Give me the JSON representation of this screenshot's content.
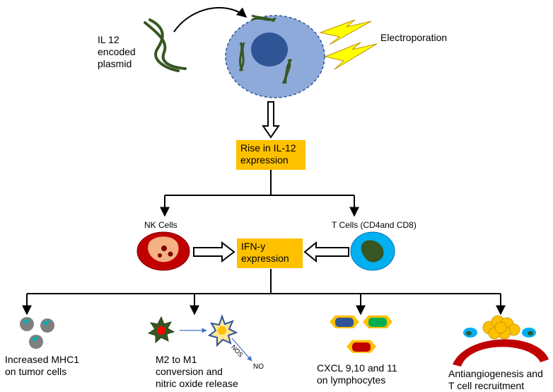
{
  "plasmid_label": "IL 12\nencoded\nplasmid",
  "electroporation_label": "Electroporation",
  "rise_box": "Rise in IL-12\nexpression",
  "nk_label": "NK Cells",
  "tcell_label": "T Cells (CD4and CD8)",
  "ifn_box": "IFN-y\nexpression",
  "outcomes": [
    {
      "label": "Increased MHC1\non tumor cells"
    },
    {
      "label": "M2 to M1\nconversion and\nnitric oxide release"
    },
    {
      "label": "CXCL 9,10 and 11\non lymphocytes"
    },
    {
      "label": "Antiangiogenesis and\nT cell recruitment"
    }
  ],
  "nos_label": "NOS",
  "no_label": "NO",
  "colors": {
    "box_fill": "#ffc000",
    "cell_fill": "#8eaadb",
    "nucleus": "#2f5597",
    "plasmid": "#375623",
    "bolt": "#ffff00",
    "nk_cell": "#c00000",
    "t_cell": "#00b0f0",
    "vessel": "#c00000",
    "blob": "#ffc000"
  },
  "icons": [
    "plasmid-icon",
    "lightning-bolt-icon",
    "cell-icon",
    "nk-cell-icon",
    "t-cell-icon",
    "tumor-cell-icon",
    "macrophage-icon",
    "lymphocyte-icon",
    "blood-vessel-icon"
  ]
}
